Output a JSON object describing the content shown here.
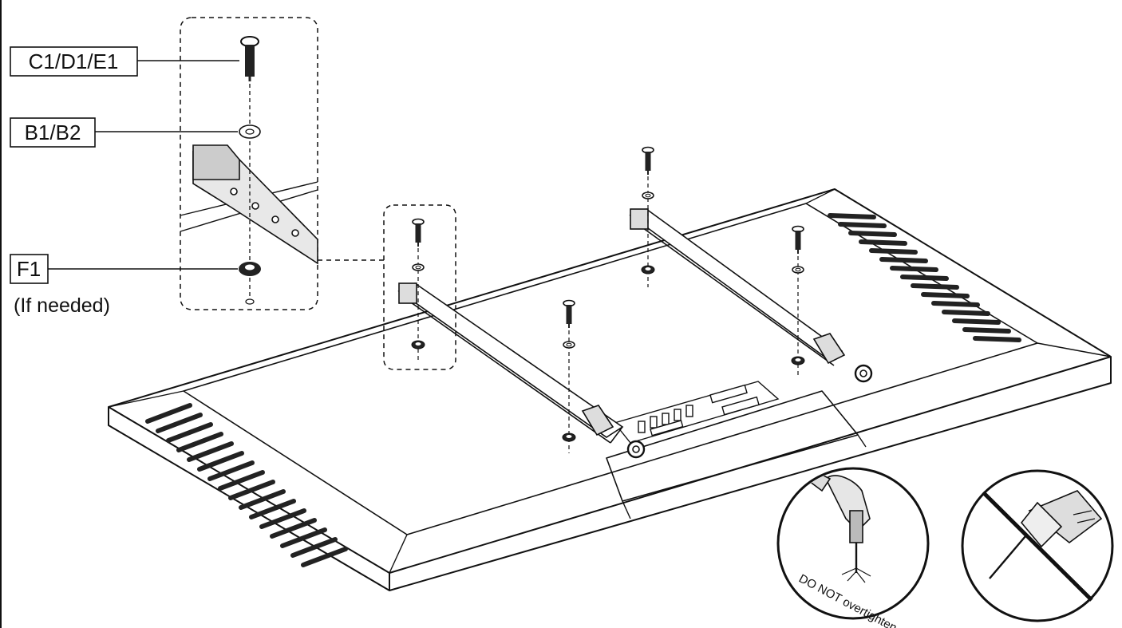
{
  "parts": {
    "screw": {
      "label": "C1/D1/E1"
    },
    "washer": {
      "label": "B1/B2"
    },
    "nut": {
      "label": "F1",
      "note": "(If needed)"
    }
  },
  "warnings": {
    "hand_tool": {
      "text": "DO NOT overtighten"
    },
    "power_tool": {
      "icon": "no-power-drill-icon"
    }
  }
}
